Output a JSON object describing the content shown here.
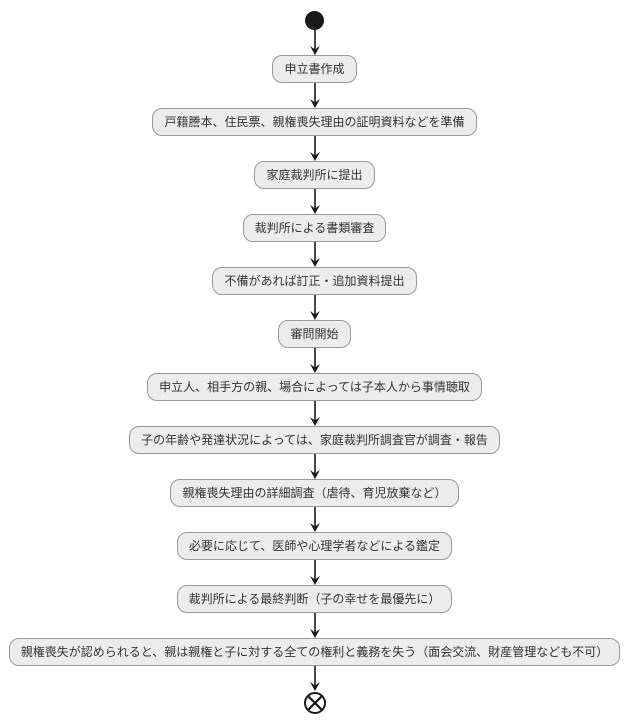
{
  "diagram": {
    "type": "flowchart",
    "direction": "top-to-bottom",
    "start_node": "filled-circle",
    "end_node": "circled-x",
    "steps": [
      "申立書作成",
      "戸籍謄本、住民票、親権喪失理由の証明資料などを準備",
      "家庭裁判所に提出",
      "裁判所による書類審査",
      "不備があれば訂正・追加資料提出",
      "審問開始",
      "申立人、相手方の親、場合によっては子本人から事情聴取",
      "子の年齢や発達状況によっては、家庭裁判所調査官が調査・報告",
      "親権喪失理由の詳細調査（虐待、育児放棄など）",
      "必要に応じて、医師や心理学者などによる鑑定",
      "裁判所による最終判断（子の幸せを最優先に）",
      "親権喪失が認められると、親は親権と子に対する全ての権利と義務を失う（面会交流、財産管理なども不可）"
    ],
    "colors": {
      "node_fill": "#ececec",
      "node_border": "#999999",
      "node_text": "#333333",
      "connector": "#1a1a1a",
      "background": "#ffffff"
    }
  }
}
